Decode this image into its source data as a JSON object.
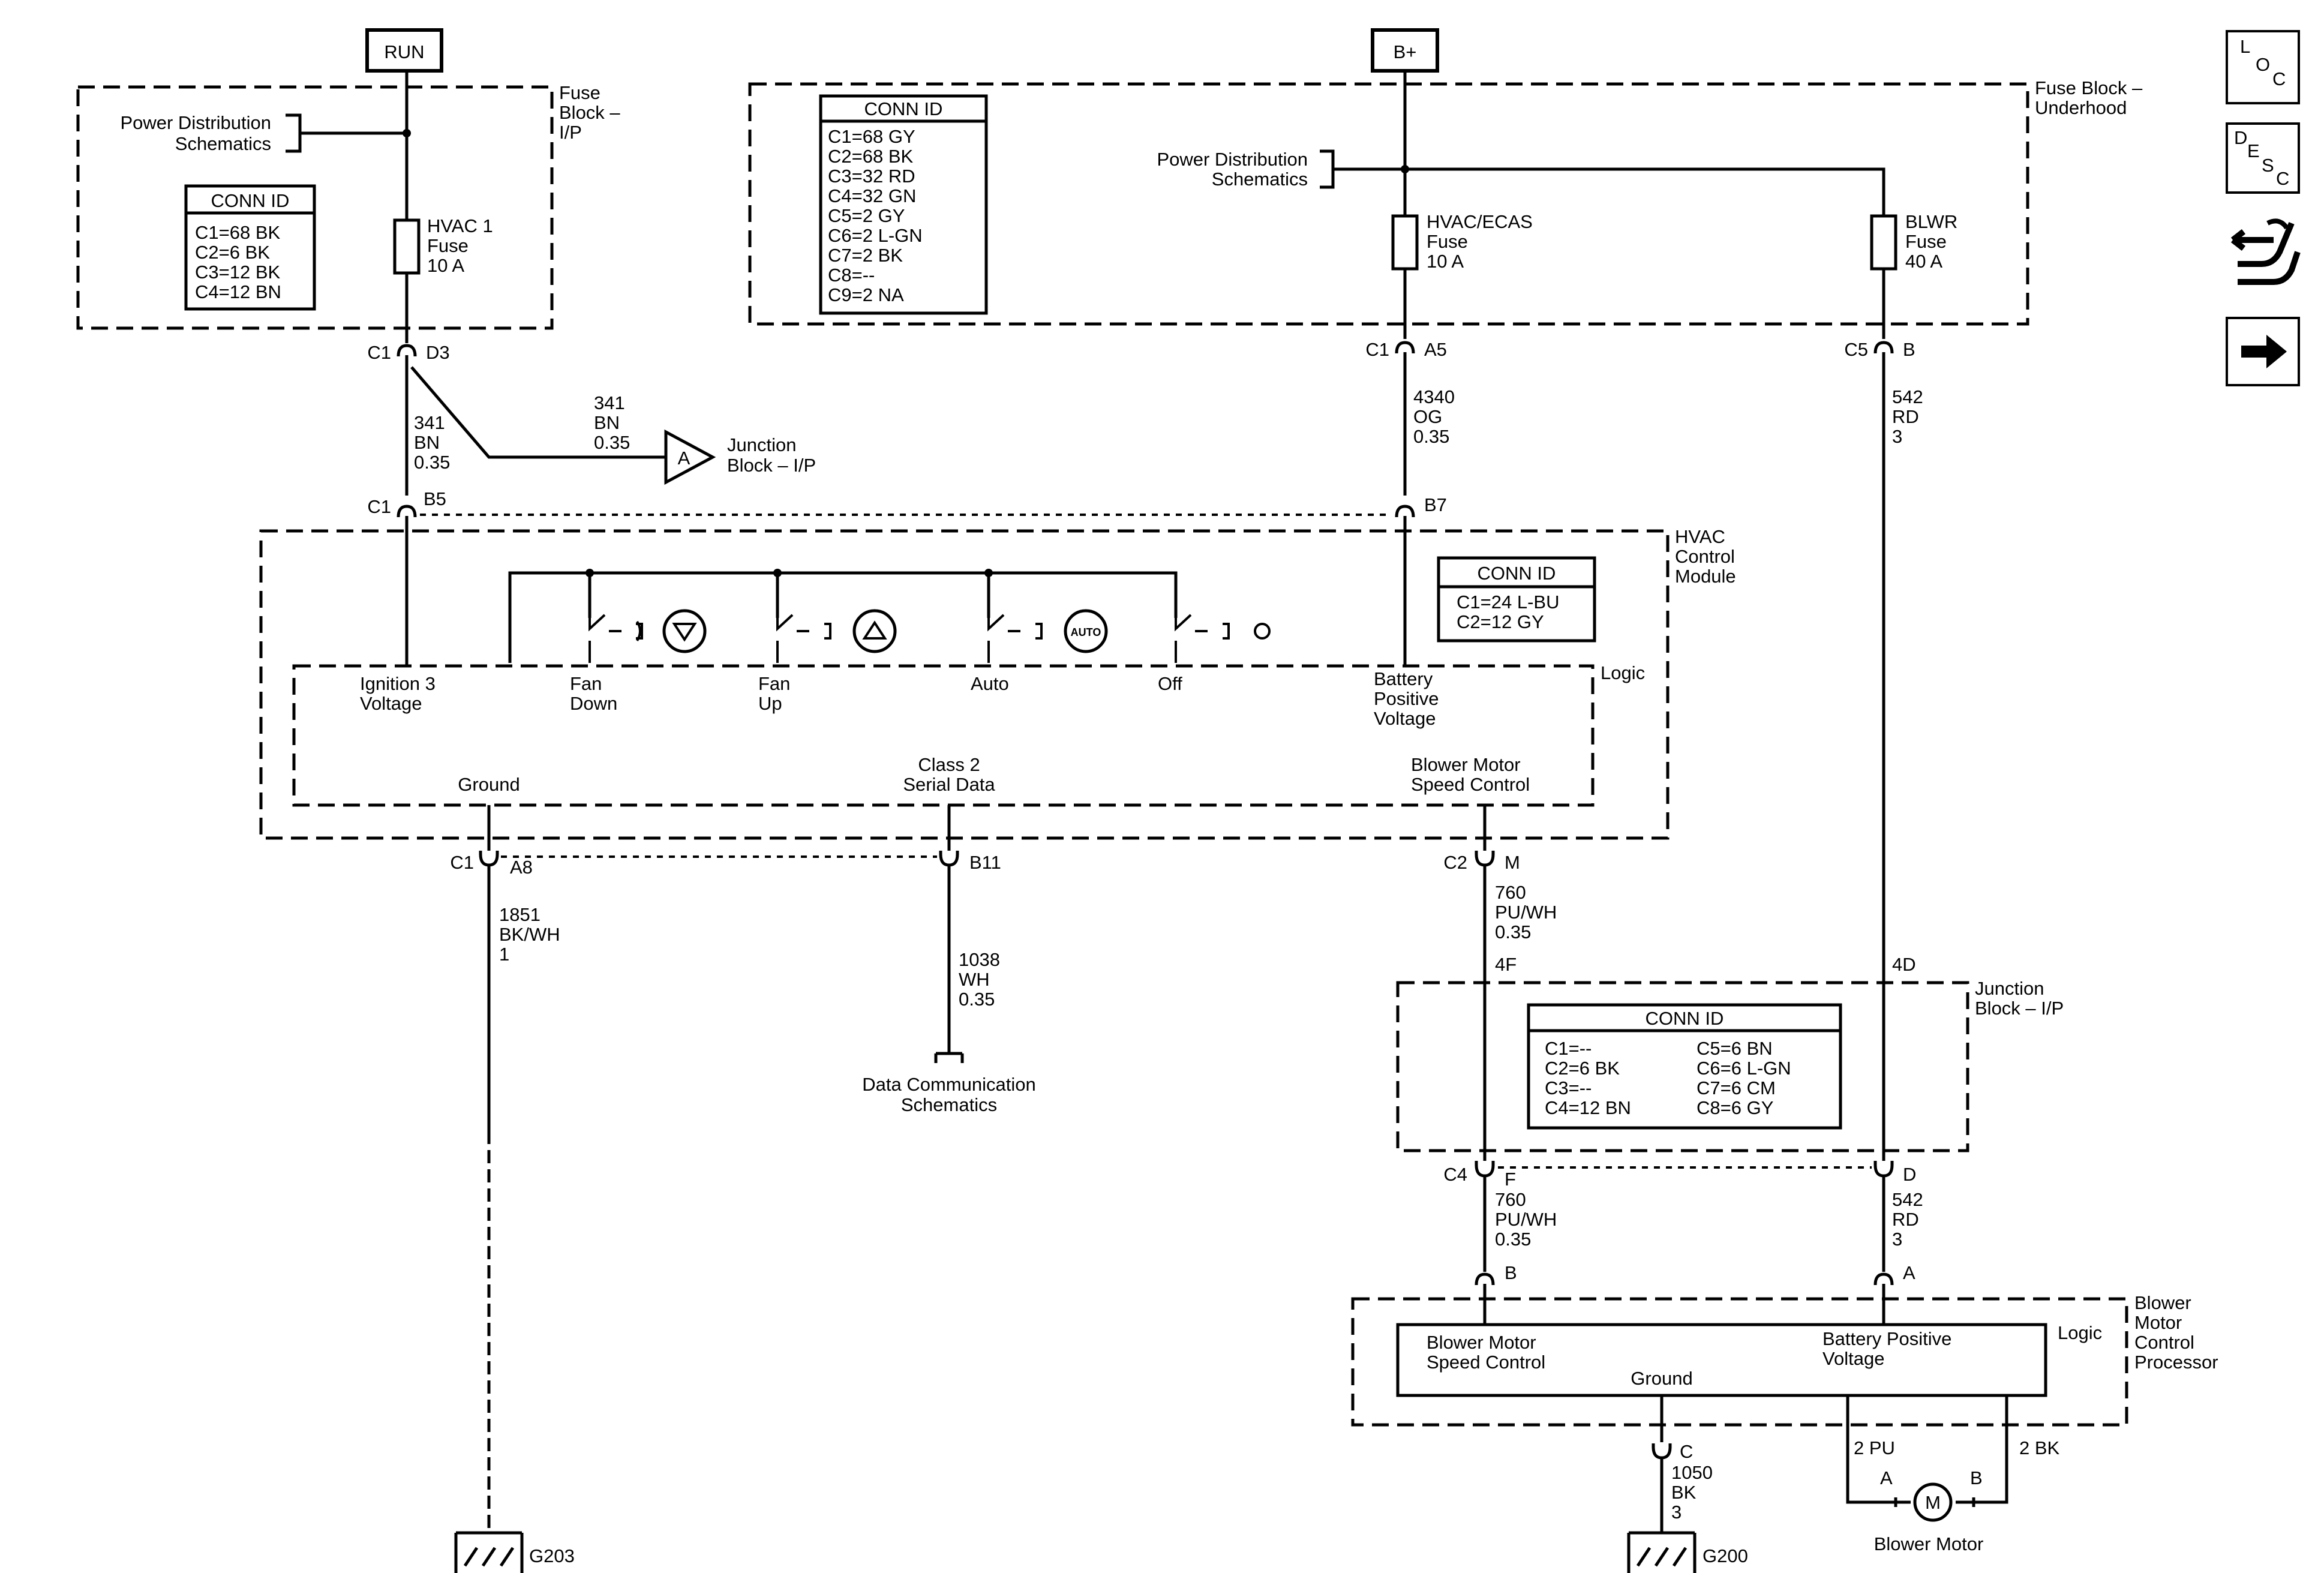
{
  "power": {
    "run": "RUN",
    "bplus": "B+"
  },
  "fuse_block_ip": {
    "title": [
      "Fuse",
      "Block –",
      "I/P"
    ],
    "pds": [
      "Power Distribution",
      "Schematics"
    ],
    "fuse": [
      "HVAC 1",
      "Fuse",
      "10 A"
    ],
    "conn_title": "CONN ID",
    "conn": [
      "C1=68 BK",
      "C2=6 BK",
      "C3=12 BK",
      "C4=12 BN"
    ],
    "c1": "C1",
    "d3": "D3"
  },
  "fuse_block_uh": {
    "title": [
      "Fuse Block –",
      "Underhood"
    ],
    "pds": [
      "Power Distribution",
      "Schematics"
    ],
    "conn_title": "CONN ID",
    "conn": [
      "C1=68 GY",
      "C2=68 BK",
      "C3=32 RD",
      "C4=32 GN",
      "C5=2 GY",
      "C6=2 L-GN",
      "C7=2 BK",
      "C8=--",
      "C9=2 NA"
    ],
    "fuse_hvac": [
      "HVAC/ECAS",
      "Fuse",
      "10 A"
    ],
    "fuse_blwr": [
      "BLWR",
      "Fuse",
      "40 A"
    ],
    "c1": "C1",
    "a5": "A5",
    "c5": "C5",
    "b": "B"
  },
  "wires": {
    "w341a": [
      "341",
      "BN",
      "0.35"
    ],
    "w341b": [
      "341",
      "BN",
      "0.35"
    ],
    "w4340": [
      "4340",
      "OG",
      "0.35"
    ],
    "w542a": [
      "542",
      "RD",
      "3"
    ],
    "w760a": [
      "760",
      "PU/WH",
      "0.35"
    ],
    "w760b": [
      "760",
      "PU/WH",
      "0.35"
    ],
    "w542b": [
      "542",
      "RD",
      "3"
    ],
    "w1851": [
      "1851",
      "BK/WH",
      "1"
    ],
    "w1038": [
      "1038",
      "WH",
      "0.35"
    ],
    "w1050": [
      "1050",
      "BK",
      "3"
    ],
    "pu2": "2 PU",
    "bk2": "2 BK"
  },
  "junction_a": {
    "letter": "A",
    "label": [
      "Junction",
      "Block – I/P"
    ]
  },
  "hvac": {
    "title": [
      "HVAC",
      "Control",
      "Module"
    ],
    "conn_title": "CONN ID",
    "conn": [
      "C1=24 L-BU",
      "C2=12 GY"
    ],
    "logic": "Logic",
    "c1": "C1",
    "b5": "B5",
    "b7": "B7",
    "ign": [
      "Ignition 3",
      "Voltage"
    ],
    "fan_down": [
      "Fan",
      "Down"
    ],
    "fan_up": [
      "Fan",
      "Up"
    ],
    "auto": [
      "Auto"
    ],
    "off": [
      "Off"
    ],
    "auto_icon": "AUTO",
    "batt": [
      "Battery",
      "Positive",
      "Voltage"
    ],
    "ground": "Ground",
    "class2": [
      "Class 2",
      "Serial Data"
    ],
    "bmsc": [
      "Blower Motor",
      "Speed Control"
    ],
    "bc1": "C1",
    "a8": "A8",
    "b11": "B11",
    "c2": "C2",
    "m": "M"
  },
  "dcs": [
    "Data Communication",
    "Schematics"
  ],
  "junction_ip": {
    "title": [
      "Junction",
      "Block – I/P"
    ],
    "conn_title": "CONN ID",
    "conn_left": [
      "C1=--",
      "C2=6 BK",
      "C3=--",
      "C4=12 BN"
    ],
    "conn_right": [
      "C5=6 BN",
      "C6=6 L-GN",
      "C7=6 CM",
      "C8=6 GY"
    ],
    "f4": "4F",
    "d4": "4D",
    "c4": "C4",
    "f": "F",
    "d": "D"
  },
  "bmcp": {
    "title": [
      "Blower",
      "Motor",
      "Control",
      "Processor"
    ],
    "logic": "Logic",
    "bmsc": [
      "Blower Motor",
      "Speed Control"
    ],
    "ground": "Ground",
    "bpv": [
      "Battery Positive",
      "Voltage"
    ],
    "b": "B",
    "a": "A",
    "c": "C"
  },
  "motor": {
    "label": "Blower Motor",
    "m": "M",
    "a": "A",
    "b": "B"
  },
  "grounds": {
    "g203": "G203",
    "g200": "G200"
  },
  "nav": {
    "loc": [
      "L",
      "O",
      "C"
    ],
    "desc": [
      "D",
      "E",
      "S",
      "C"
    ]
  }
}
